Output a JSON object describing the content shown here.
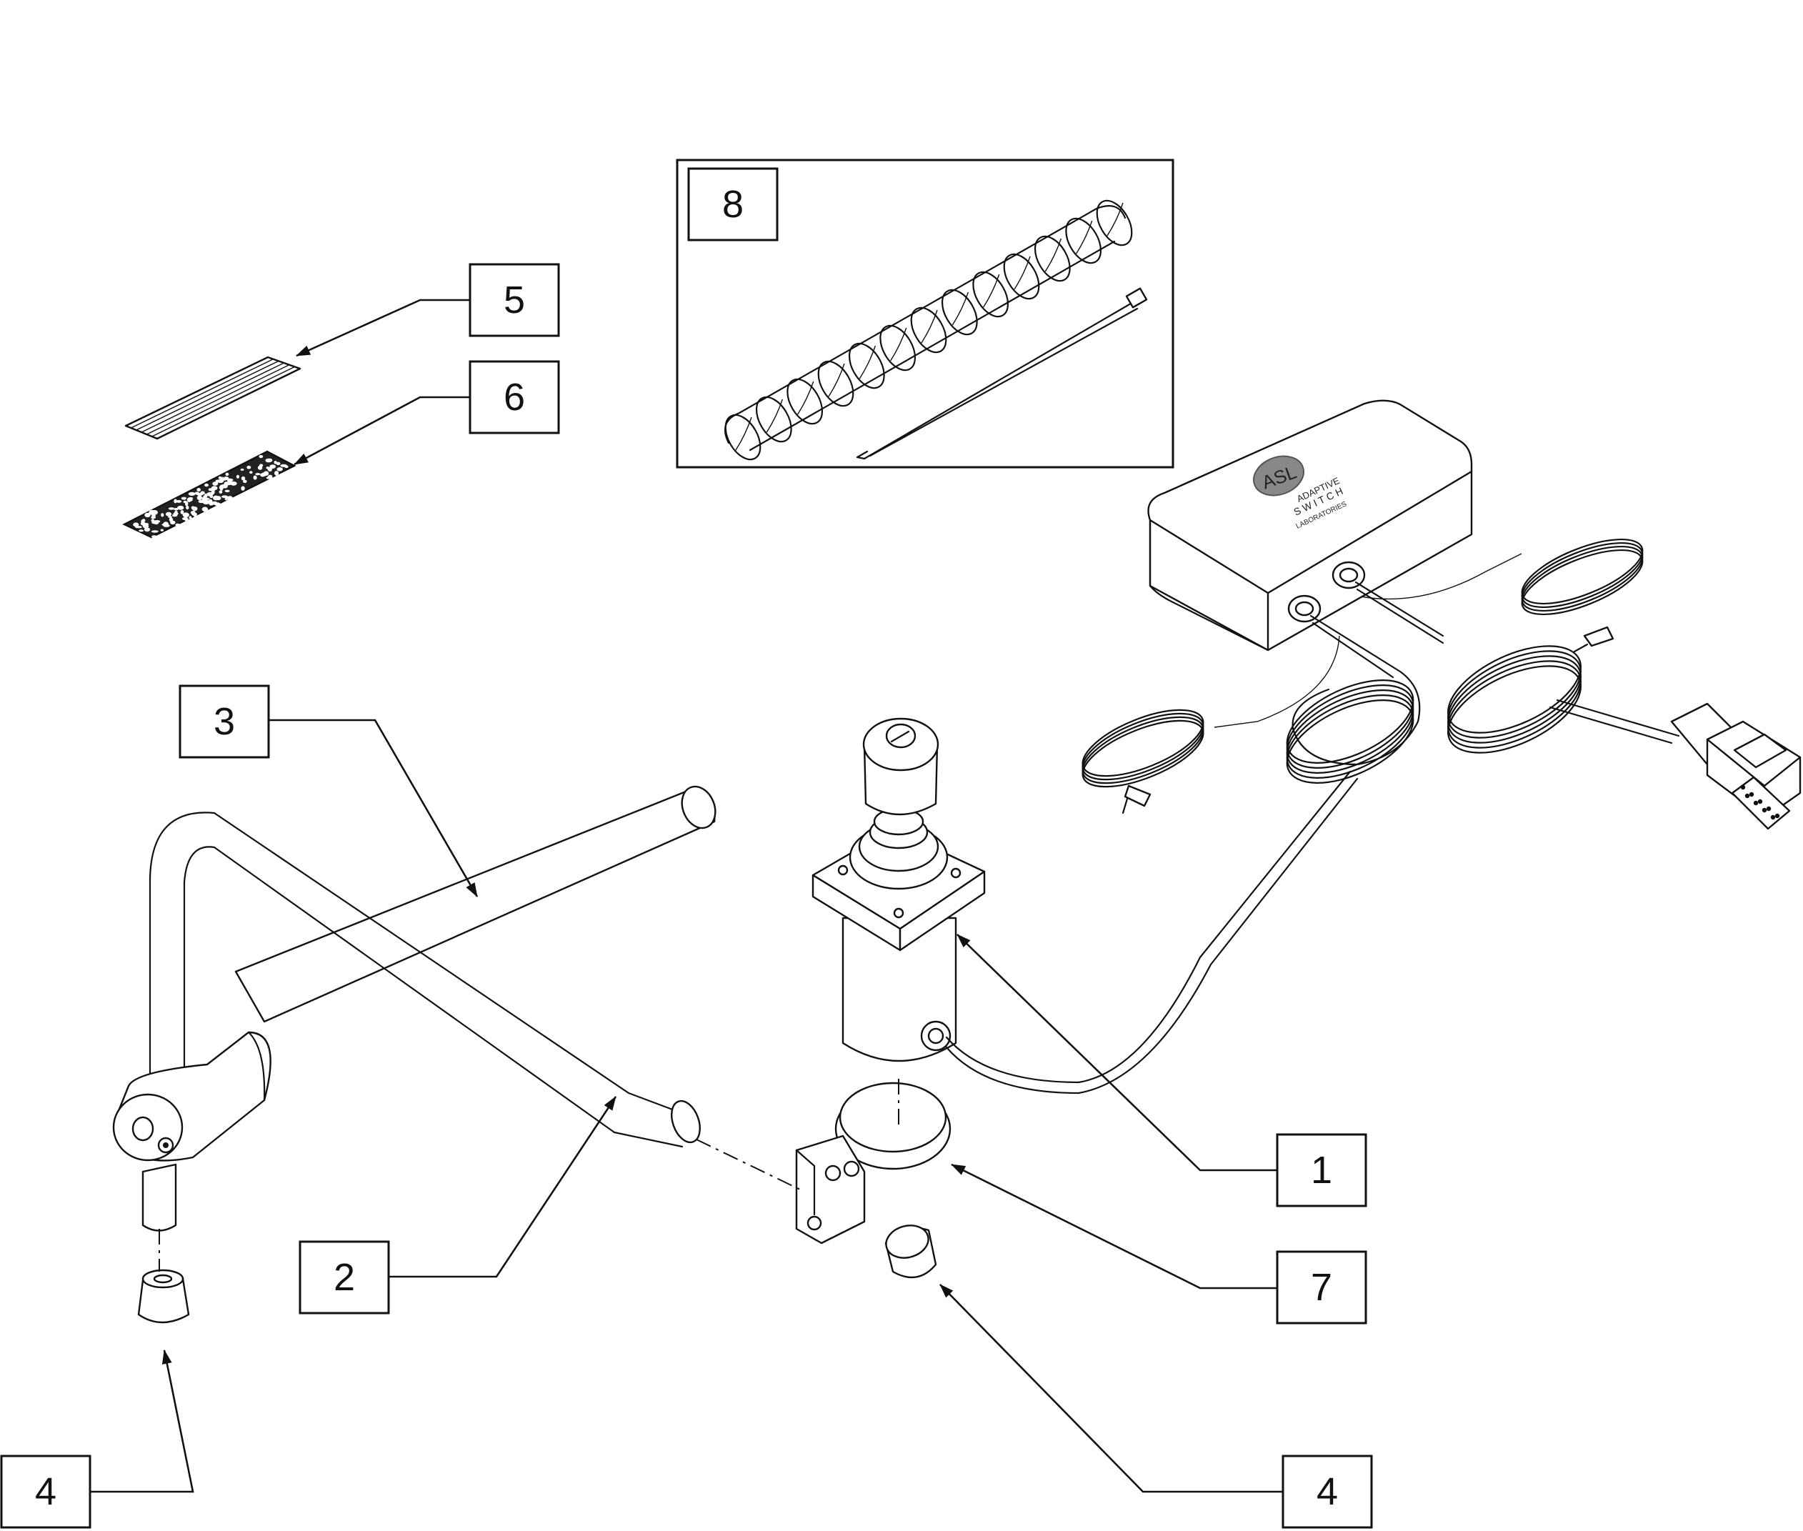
{
  "callouts": {
    "c1": "1",
    "c2": "2",
    "c3": "3",
    "c4a": "4",
    "c4b": "4",
    "c5": "5",
    "c6": "6",
    "c7": "7",
    "c8": "8"
  },
  "logo": {
    "monogram": "ASL",
    "line1": "ADAPTIVE",
    "line2": "S W I T C H",
    "line3": "LABORATORIES"
  }
}
